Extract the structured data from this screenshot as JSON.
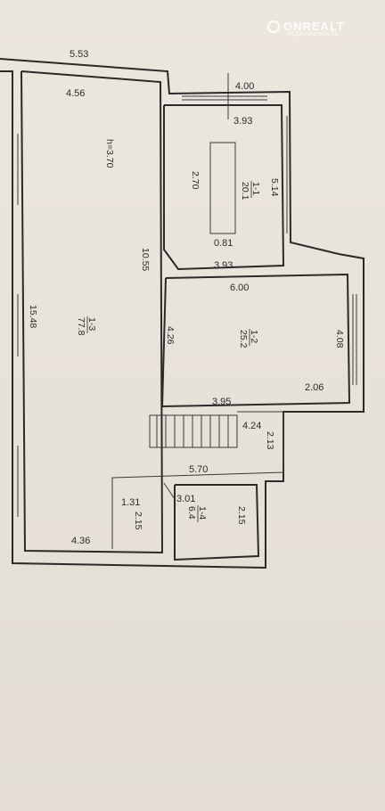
{
  "watermark": {
    "brand": "ONREALT",
    "tagline": "НЕДВИЖИМОСТЬ"
  },
  "dimensions": {
    "top_outer": "5.53",
    "big_top": "4.56",
    "height_note": "h=3.70",
    "big_inner_right": "10.55",
    "big_left": "15.48",
    "big_bottom": "4.36",
    "r11_top_outer": "4.00",
    "r11_top": "3.93",
    "r11_left": "2.70",
    "r11_right": "5.14",
    "r11_column": "0.81",
    "r11_bottom": "3.93",
    "r12_top": "6.00",
    "r12_left": "4.26",
    "r12_right": "4.08",
    "r12_bottom_left": "3.95",
    "r12_bottom_right": "2.06",
    "hall_width": "4.24",
    "hall_height": "2.13",
    "bottom_width": "5.70",
    "small_a_width": "1.31",
    "small_a_height": "2.15",
    "r14_width": "3.01",
    "r14_height": "2.15"
  },
  "rooms": [
    {
      "id": "1-1",
      "area": "20.1"
    },
    {
      "id": "1-2",
      "area": "25.2"
    },
    {
      "id": "1-3",
      "area": "77.8"
    },
    {
      "id": "1-4",
      "area": "6.4"
    }
  ]
}
